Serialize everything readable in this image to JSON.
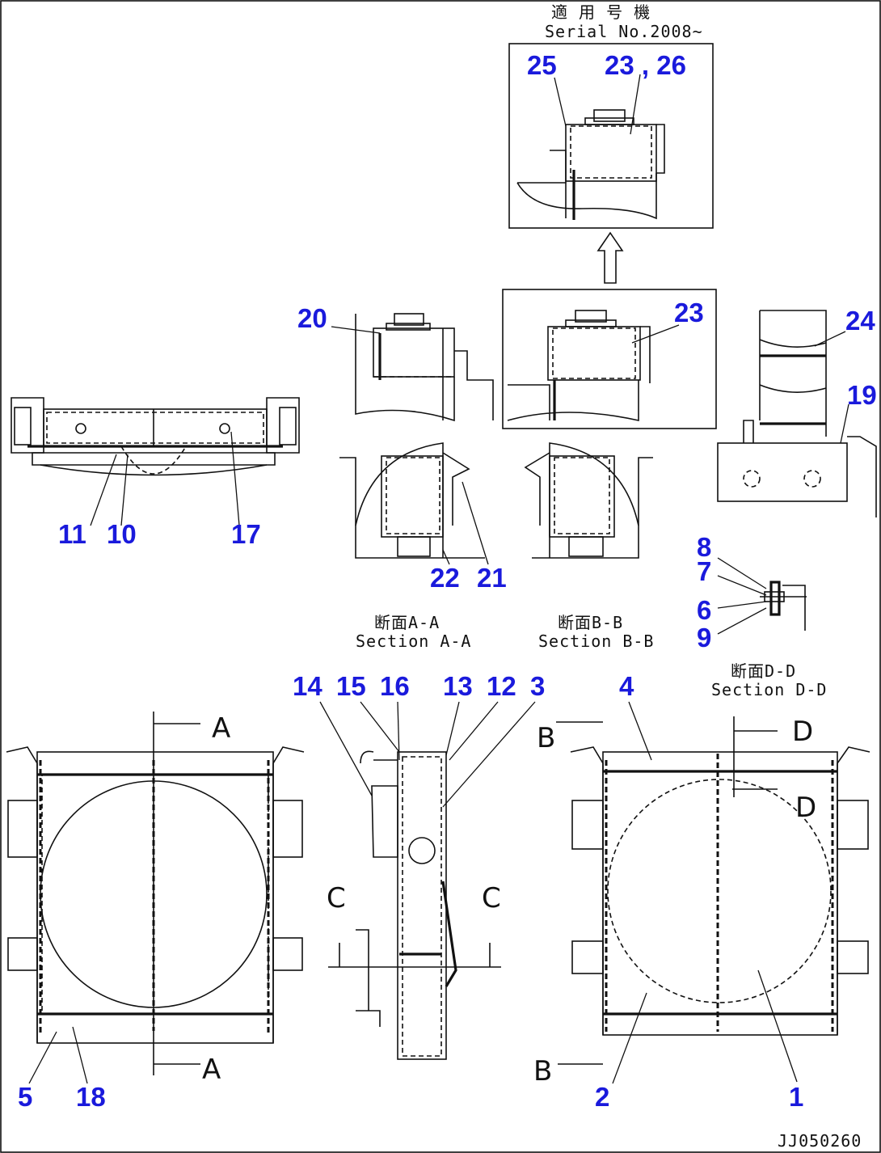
{
  "captions": {
    "serial_jp": "適 用 号 機",
    "serial_en": "Serial No.2008~",
    "section_a_jp": "断面A-A",
    "section_a_en": "Section A-A",
    "section_b_jp": "断面B-B",
    "section_b_en": "Section B-B",
    "section_d_jp": "断面D-D",
    "section_d_en": "Section D-D",
    "drawing_code": "JJ050260"
  },
  "section_letters": {
    "a": "A",
    "b": "B",
    "c": "C",
    "d": "D"
  },
  "callouts": {
    "c25": "25",
    "c23_26": "23 , 26",
    "c20": "20",
    "c23": "23",
    "c24": "24",
    "c19": "19",
    "c11": "11",
    "c10": "10",
    "c17": "17",
    "c22": "22",
    "c21": "21",
    "c8": "8",
    "c7": "7",
    "c6": "6",
    "c9": "9",
    "c14": "14",
    "c15": "15",
    "c16": "16",
    "c13": "13",
    "c12": "12",
    "c3": "3",
    "c4": "4",
    "c5": "5",
    "c18": "18",
    "c2": "2",
    "c1": "1"
  },
  "colors": {
    "callout": "#1a1adc",
    "line": "#111111",
    "background": "#ffffff"
  }
}
